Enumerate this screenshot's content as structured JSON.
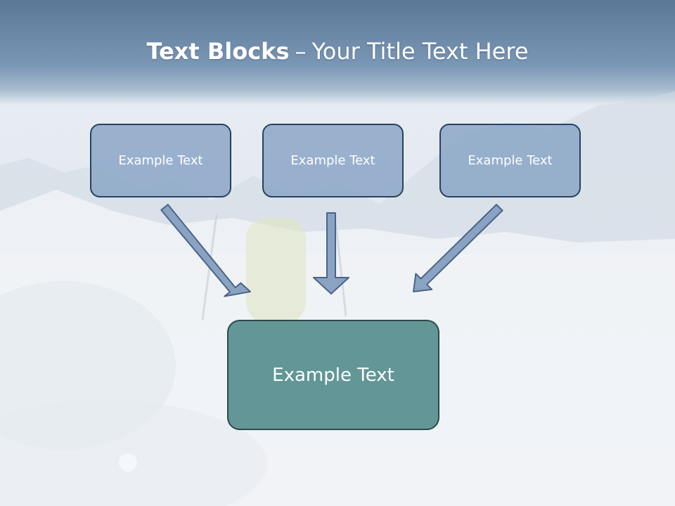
{
  "title": {
    "bold": "Text Blocks",
    "dash": "–",
    "rest": "Your Title Text Here"
  },
  "boxes": {
    "left": "Example Text",
    "center": "Example Text",
    "right": "Example Text",
    "main": "Example Text"
  },
  "colors": {
    "header_band": "#5b7896",
    "small_box_fill": "#87a3c4",
    "small_box_border": "#27425f",
    "main_box_fill": "#568e8e",
    "arrow_fill": "#8aa3c2",
    "arrow_border": "#4a6488"
  }
}
